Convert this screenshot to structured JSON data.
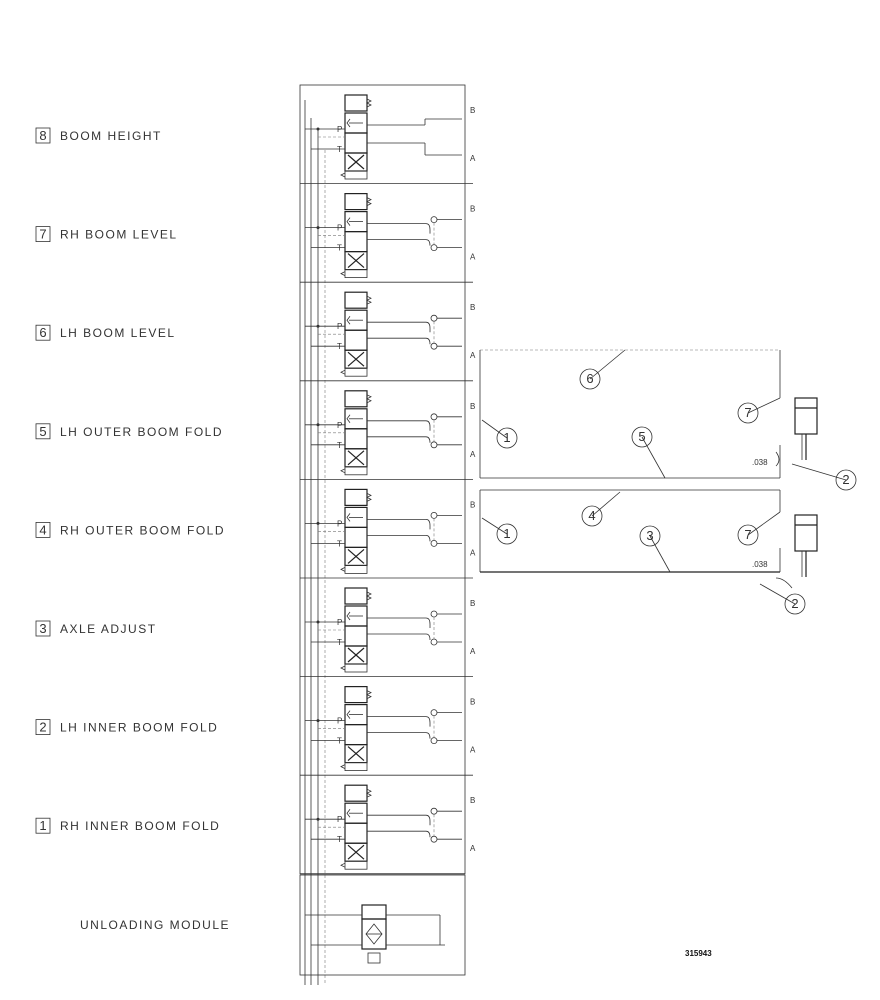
{
  "sections": [
    {
      "number": "8",
      "label": "BOOM HEIGHT"
    },
    {
      "number": "7",
      "label": "RH BOOM LEVEL"
    },
    {
      "number": "6",
      "label": "LH BOOM LEVEL"
    },
    {
      "number": "5",
      "label": "LH OUTER BOOM FOLD"
    },
    {
      "number": "4",
      "label": "RH OUTER BOOM FOLD"
    },
    {
      "number": "3",
      "label": "AXLE ADJUST"
    },
    {
      "number": "2",
      "label": "LH INNER BOOM FOLD"
    },
    {
      "number": "1",
      "label": "RH INNER BOOM FOLD"
    }
  ],
  "unloading_label": "UNLOADING MODULE",
  "ports": {
    "b": "B",
    "a": "A"
  },
  "spool_ports": {
    "p": "P",
    "t": "T"
  },
  "callouts": [
    "1",
    "1",
    "2",
    "2",
    "3",
    "4",
    "5",
    "6",
    "7",
    "7"
  ],
  "orifice_labels": [
    ".038",
    ".038"
  ],
  "drawing_number": "315943"
}
